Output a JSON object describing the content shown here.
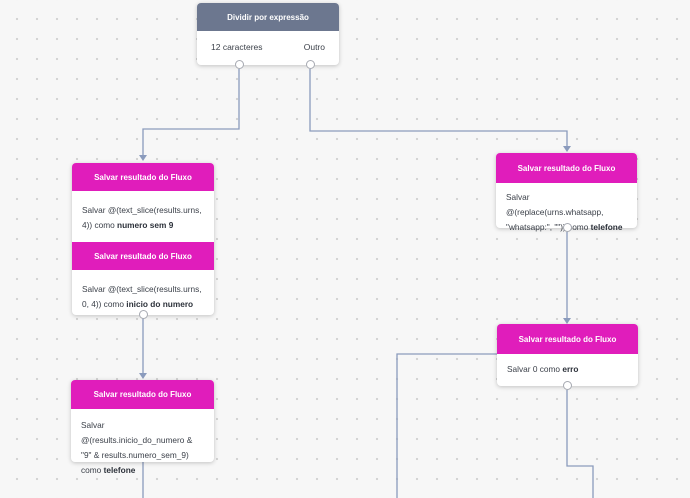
{
  "split_node": {
    "title": "Dividir por expressão",
    "exits": [
      "12 caracteres",
      "Outro"
    ]
  },
  "nodes": {
    "left_1": {
      "header": "Salvar resultado do Fluxo",
      "text": "Salvar @(text_slice(results.urns, 4)) como",
      "var": "numero sem 9"
    },
    "left_2": {
      "header": "Salvar resultado do Fluxo",
      "text": "Salvar @(text_slice(results.urns, 0, 4)) como",
      "var": "inicio do numero"
    },
    "left_3": {
      "header": "Salvar resultado do Fluxo",
      "text": "Salvar @(results.inicio_do_numero & \"9\" & results.numero_sem_9) como",
      "var": "telefone"
    },
    "right_1": {
      "header": "Salvar resultado do Fluxo",
      "text": "Salvar @(replace(urns.whatsapp, \"whatsapp:\", \"\")) como",
      "var": "telefone"
    },
    "right_2": {
      "header": "Salvar resultado do Fluxo",
      "text": "Salvar 0 como",
      "var": "erro"
    }
  },
  "colors": {
    "action_header": "#e01dbb",
    "split_header": "#6c778f",
    "connector": "#8b9bbd",
    "canvas": "#f7f7f7"
  }
}
